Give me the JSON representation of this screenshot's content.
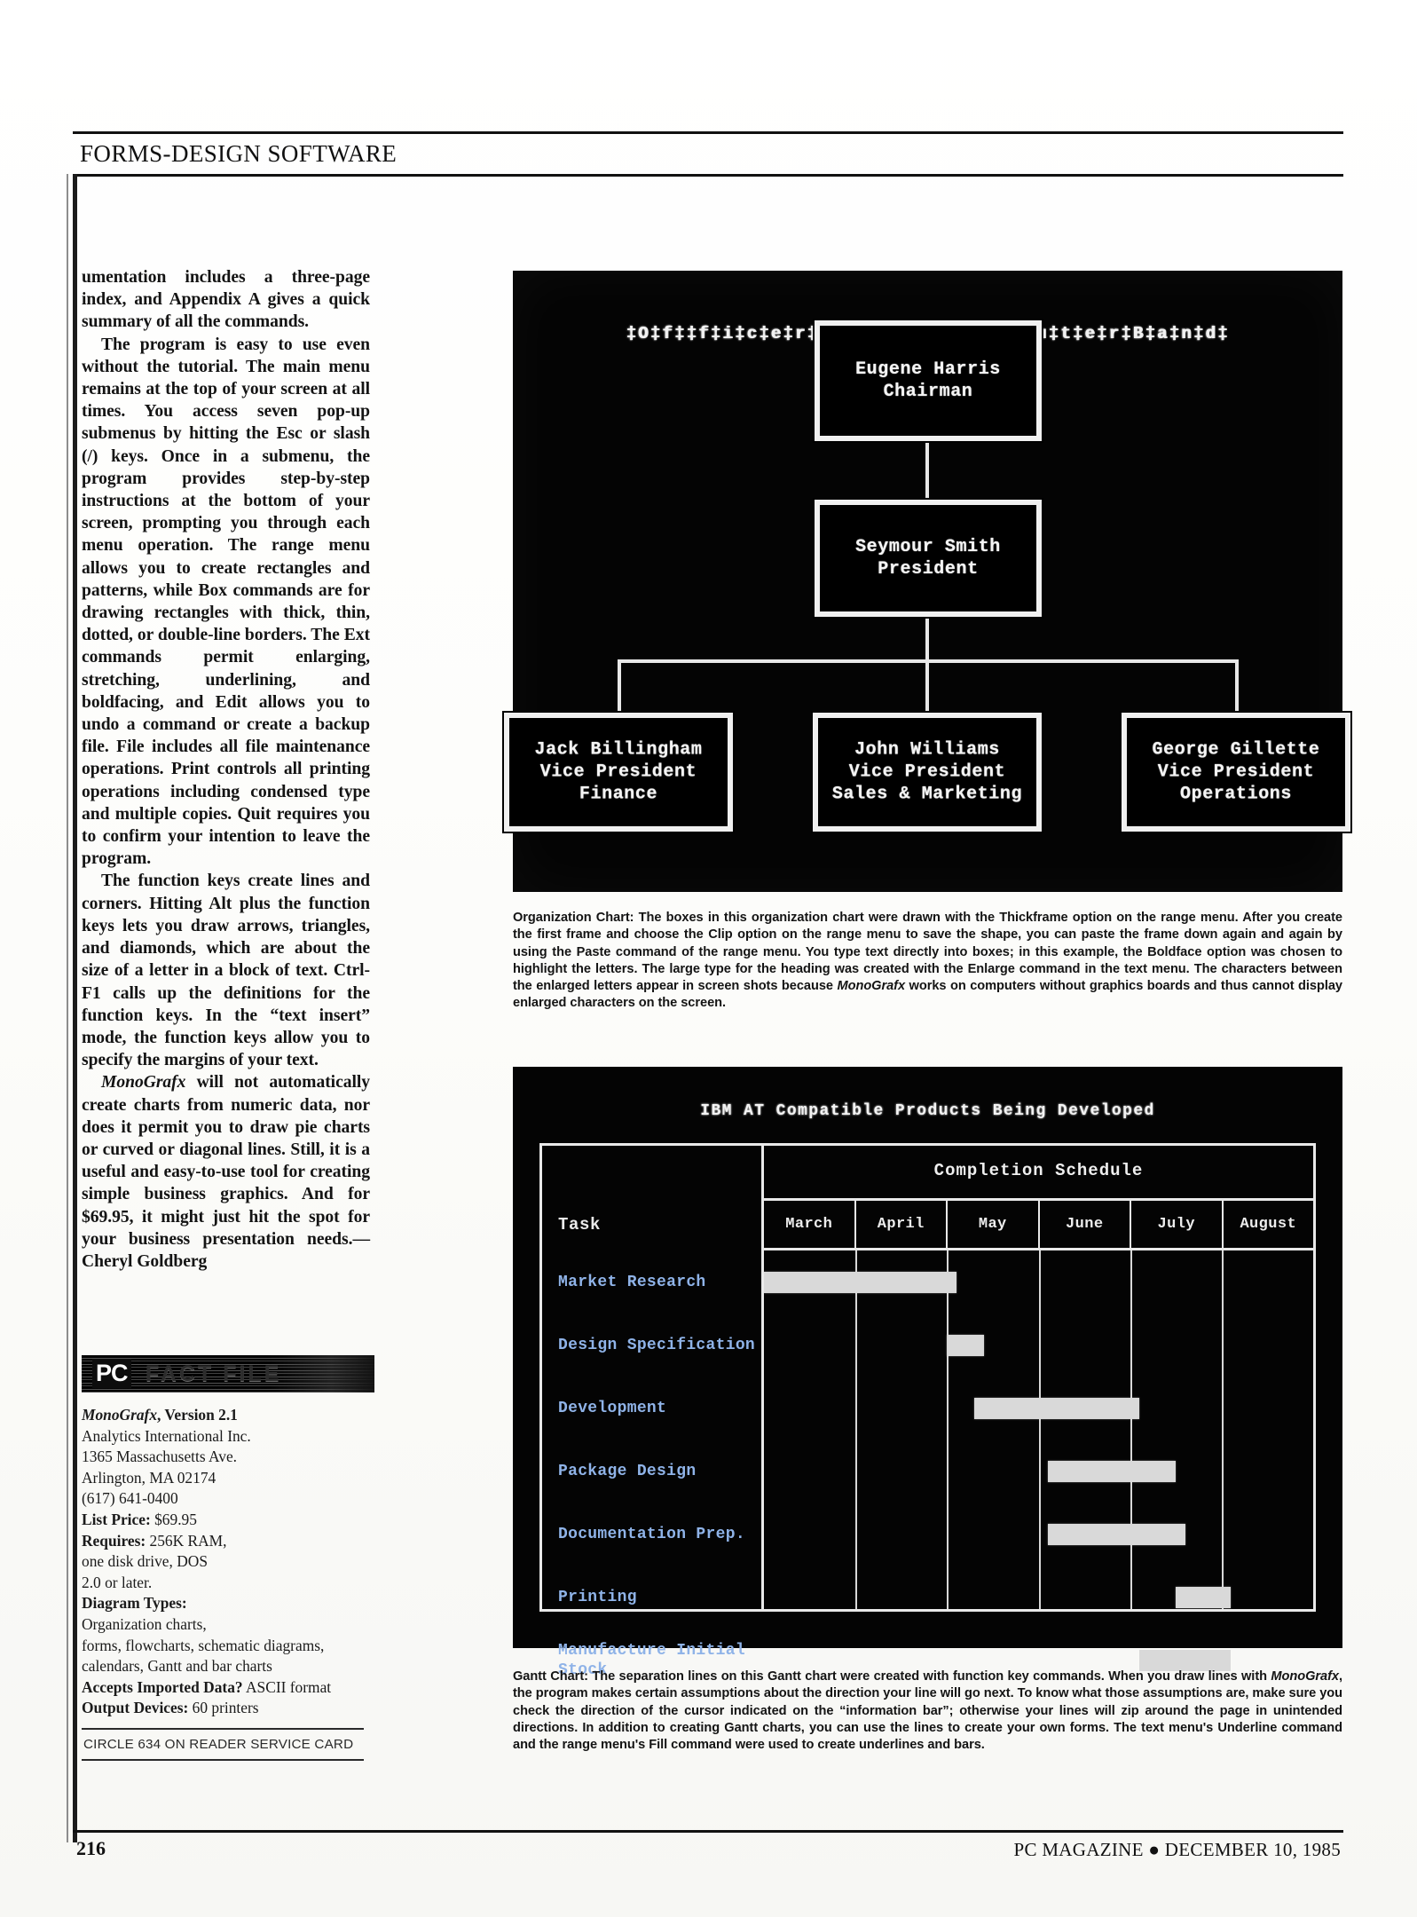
{
  "header": {
    "section_title": "FORMS-DESIGN SOFTWARE"
  },
  "article": {
    "paragraphs": [
      "umentation includes a three-page index, and Appendix A gives a quick summary of all the commands.",
      "The program is easy to use even without the tutorial. The main menu remains at the top of your screen at all times. You access seven pop-up submenus by hitting the Esc or slash (/) keys. Once in a submenu, the program provides step-by-step instructions at the bottom of your screen, prompting you through each menu operation. The range menu allows you to create rectangles and patterns, while Box commands are for drawing rectangles with thick, thin, dotted, or double-line borders. The Ext commands permit enlarging, stretching, underlining, and boldfacing, and Edit allows you to undo a command or create a backup file. File includes all file maintenance operations. Print controls all printing operations including condensed type and multiple copies. Quit requires you to confirm your intention to leave the program.",
      "The function keys create lines and corners. Hitting Alt plus the function keys lets you draw arrows, triangles, and diamonds, which are about the size of a letter in a block of text. Ctrl-F1 calls up the definitions for the function keys. In the “text insert” mode, the function keys allow you to specify the margins of your text.",
      "MonoGrafx will not automatically create charts from numeric data, nor does it permit you to draw pie charts or curved or diagonal lines. Still, it is a useful and easy-to-use tool for creating simple business graphics. And for $69.95, it might just hit the spot for your business presentation needs.—Cheryl Goldberg"
    ],
    "author_credit": "—Cheryl Goldberg",
    "product_italic": "MonoGrafx"
  },
  "fact_file": {
    "banner_pc": "PC",
    "banner_rest": "FACT FILE",
    "product": "MonoGrafx, Version 2.1",
    "product_name_italic": "MonoGrafx",
    "product_version_suffix": ", Version 2.1",
    "company": "Analytics International Inc.",
    "address_street": "1365 Massachusetts Ave.",
    "address_city": "Arlington, MA 02174",
    "phone": "(617) 641-0400",
    "list_price_label": "List Price:",
    "list_price_value": "$69.95",
    "requires_label": "Requires:",
    "requires_value": "256K RAM,",
    "requires_line2": "one disk drive, DOS",
    "requires_line3": "2.0 or later.",
    "diagram_types_label": "Diagram Types:",
    "diagram_types_line1": "Organization charts,",
    "diagram_types_line2": "forms, flowcharts, schematic diagrams,",
    "diagram_types_line3": "calendars, Gantt and bar charts",
    "imported_label": "Accepts Imported Data?",
    "imported_value": "ASCII format",
    "output_label": "Output Devices:",
    "output_value": "60 printers",
    "circle_line": "CIRCLE 634 ON READER SERVICE CARD"
  },
  "org_chart": {
    "heading_glyphs": "‡O‡f‡‡f‡i‡c‡e‡r‡s‡ ‡o‡f‡ ‡C‡o‡m‡p‡u‡t‡e‡r‡B‡a‡n‡d‡",
    "heading_intended": "Officers of Computer Band",
    "boxes": [
      {
        "name": "Eugene Harris",
        "title": "Chairman",
        "sub": ""
      },
      {
        "name": "Seymour Smith",
        "title": "President",
        "sub": ""
      },
      {
        "name": "Jack Billingham",
        "title": "Vice President",
        "sub": "Finance"
      },
      {
        "name": "John Williams",
        "title": "Vice President",
        "sub": "Sales & Marketing"
      },
      {
        "name": "George Gillette",
        "title": "Vice President",
        "sub": "Operations"
      }
    ],
    "caption": "Organization Chart: The boxes in this organization chart were drawn with the Thickframe option on the range menu. After you create the first frame and choose the Clip option on the range menu to save the shape, you can paste the frame down again and again by using the Paste command of the range menu. You type text directly into boxes; in this example, the Boldface option was chosen to highlight the letters. The large type for the heading was created with the Enlarge command in the text menu. The characters between the enlarged letters appear in screen shots because MonoGrafx works on computers without graphics boards and thus cannot display enlarged characters on the screen.",
    "caption_label": "Organization Chart:",
    "caption_italic_word": "MonoGrafx"
  },
  "chart_data": {
    "type": "bar",
    "title": "IBM AT Compatible Products Being Developed",
    "subtitle": "Completion Schedule",
    "task_column_header": "Task",
    "categories": [
      "March",
      "April",
      "May",
      "June",
      "July",
      "August"
    ],
    "xlabel": "Completion Schedule",
    "ylabel": "Task",
    "grid": true,
    "legend": "none",
    "tasks": [
      {
        "label": "Market Research",
        "start_month": "March",
        "end_month": "May",
        "start": 0.0,
        "end": 2.1
      },
      {
        "label": "Design Specification",
        "start_month": "May",
        "end_month": "May",
        "start": 2.0,
        "end": 2.4
      },
      {
        "label": "Development",
        "start_month": "May",
        "end_month": "July",
        "start": 2.3,
        "end": 4.1
      },
      {
        "label": "Package Design",
        "start_month": "June",
        "end_month": "July",
        "start": 3.1,
        "end": 4.5
      },
      {
        "label": "Documentation Prep.",
        "start_month": "June",
        "end_month": "July",
        "start": 3.1,
        "end": 4.6
      },
      {
        "label": "Printing",
        "start_month": "July",
        "end_month": "August",
        "start": 4.5,
        "end": 5.1
      },
      {
        "label": "Manufacture Initial\nStock",
        "start_month": "July",
        "end_month": "August",
        "start": 4.1,
        "end": 5.1
      }
    ],
    "caption": "Gantt Chart: The separation lines on this Gantt chart were created with function key commands. When you draw lines with MonoGrafx, the program makes certain assumptions about the direction your line will go next. To know what those assumptions are, make sure you check the direction of the cursor indicated on the “information bar”; otherwise your lines will zip around the page in unintended directions. In addition to creating Gantt charts, you can use the lines to create your own forms. The text menu's Underline command and the range menu's Fill command were used to create underlines and bars.",
    "caption_label": "Gantt Chart:"
  },
  "footer": {
    "page_number": "216",
    "publication": "PC MAGAZINE ● DECEMBER 10, 1985"
  },
  "colors": {
    "screen_background": "#040404",
    "screen_foreground": "#f2f2f2",
    "task_text": "#8fb3e8",
    "bar_fill": "#d9d9d9",
    "ink": "#111111"
  }
}
